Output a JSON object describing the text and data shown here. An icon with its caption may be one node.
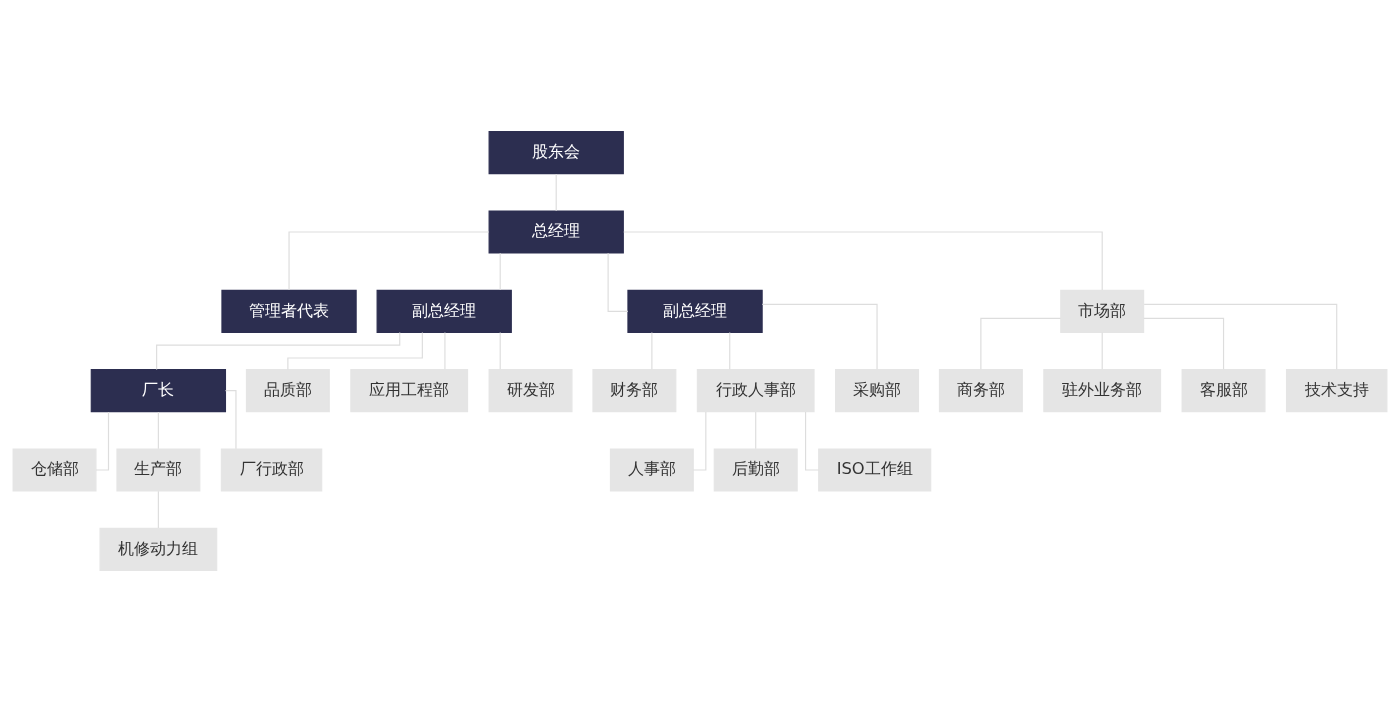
{
  "diagram": {
    "nodes": [
      {
        "text": [
          "股东会"
        ]
      },
      {
        "text": [
          "总经理"
        ]
      },
      {
        "text": [
          "管理者代表"
        ]
      },
      {
        "text": [
          "副总经理"
        ]
      },
      {
        "text": [
          "副总经理"
        ]
      },
      {
        "text": [
          "市场部"
        ]
      },
      {
        "text": [
          "厂长"
        ]
      },
      {
        "text": [
          "仓储部"
        ]
      },
      {
        "text": [
          "生产部"
        ]
      },
      {
        "text": [
          "厂行政部"
        ]
      },
      {
        "text": [
          "机修动力组"
        ]
      },
      {
        "text": [
          "品质部"
        ]
      },
      {
        "text": [
          "应用工程部"
        ]
      },
      {
        "text": [
          "研发部"
        ]
      },
      {
        "text": [
          "商务部"
        ]
      },
      {
        "text": [
          "驻外业务部"
        ]
      },
      {
        "text": [
          "客服部"
        ]
      },
      {
        "text": [
          "技术支持"
        ]
      },
      {
        "text": [
          "财务部"
        ]
      },
      {
        "text": [
          "行政人事部"
        ]
      },
      {
        "text": [
          "采购部"
        ]
      },
      {
        "text": [
          "人事部"
        ]
      },
      {
        "text": [
          "后勤部"
        ]
      },
      {
        "text": [
          "ISO工作组"
        ]
      }
    ],
    "edges": [
      {
        "from": 0,
        "to": 1,
        "arrow": "none"
      },
      {
        "from": 1,
        "to": 2,
        "arrow": "none"
      },
      {
        "from": 1,
        "to": 3,
        "arrow": "none"
      },
      {
        "from": 1,
        "to": 5,
        "arrow": "none"
      },
      {
        "from": 1,
        "to": 4,
        "arrow": "none"
      },
      {
        "from": 3,
        "to": 6,
        "arrow": "none"
      },
      {
        "from": 3,
        "to": 11,
        "arrow": "none"
      },
      {
        "from": 3,
        "to": 12,
        "arrow": "none"
      },
      {
        "from": 3,
        "to": 13,
        "arrow": "none"
      },
      {
        "from": 6,
        "to": 7,
        "arrow": "none"
      },
      {
        "from": 6,
        "to": 8,
        "arrow": "none"
      },
      {
        "from": 6,
        "to": 9,
        "arrow": "none"
      },
      {
        "from": 8,
        "to": 10,
        "arrow": "none"
      },
      {
        "from": 5,
        "to": 14,
        "arrow": "none"
      },
      {
        "from": 5,
        "to": 15,
        "arrow": "none"
      },
      {
        "from": 5,
        "to": 16,
        "arrow": "none"
      },
      {
        "from": 5,
        "to": 17,
        "arrow": "none"
      },
      {
        "from": 4,
        "to": 18,
        "arrow": "none"
      },
      {
        "from": 4,
        "to": 19,
        "arrow": "none"
      },
      {
        "from": 4,
        "to": 20,
        "arrow": "none"
      },
      {
        "from": 19,
        "to": 21,
        "arrow": "none"
      },
      {
        "from": 19,
        "to": 22,
        "arrow": "none"
      },
      {
        "from": 19,
        "to": 23,
        "arrow": "none"
      }
    ]
  }
}
